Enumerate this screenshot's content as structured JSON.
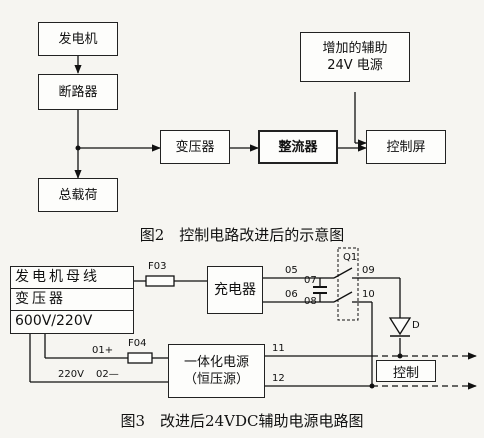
{
  "figure2": {
    "caption": "图2　控制电路改进后的示意图",
    "boxes": {
      "generator": "发电机",
      "breaker": "断路器",
      "total_load": "总载荷",
      "transformer": "变压器",
      "rectifier": "整流器",
      "control_panel": "控制屏",
      "aux_power_line1": "增加的辅助",
      "aux_power_line2": "24V 电源"
    }
  },
  "figure3": {
    "caption": "图3　改进后24VDC辅助电源电路图",
    "busbar": {
      "line1": "发电机母线",
      "line2": "变压器",
      "line3": "600V/220V"
    },
    "fuses": {
      "f03": "F03",
      "f04": "F04"
    },
    "boxes": {
      "charger": "充电器",
      "psu_line1": "一体化电源",
      "psu_line2": "（恒压源）",
      "control": "控制"
    },
    "terminals": {
      "t05": "05",
      "t06": "06",
      "t07": "07",
      "t08": "08",
      "t09": "09",
      "t10": "10",
      "t11": "11",
      "t12": "12",
      "t01": "01+",
      "t02": "02—"
    },
    "switch_label": "Q1",
    "diode_label": "D",
    "voltage_label": "220V"
  }
}
